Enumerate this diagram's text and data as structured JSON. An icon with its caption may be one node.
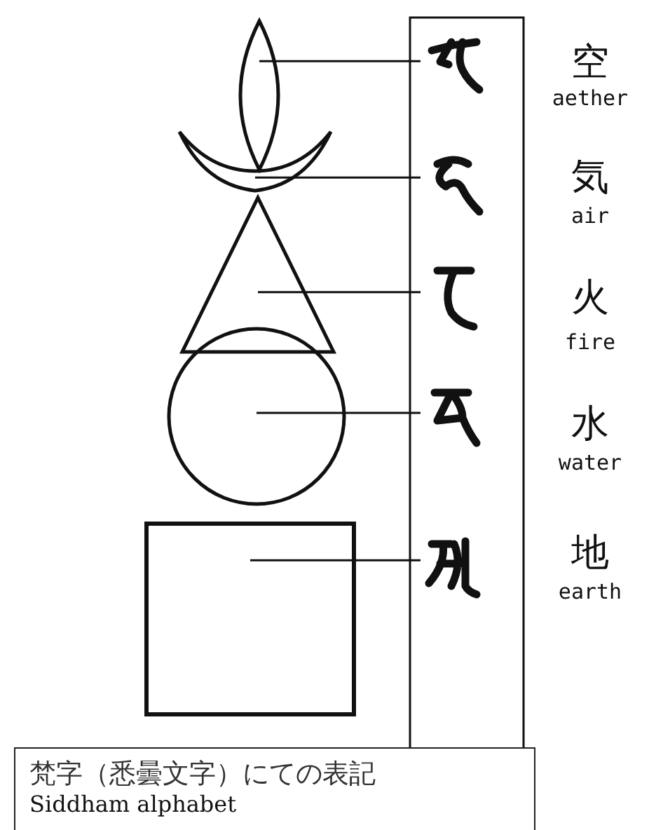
{
  "diagram": {
    "nodes": [
      {
        "text": [],
        "shape": "lens"
      },
      {
        "text": [],
        "shape": "crescent"
      },
      {
        "text": [],
        "shape": "triangle"
      },
      {
        "text": [],
        "shape": "circle"
      },
      {
        "text": [],
        "shape": "box"
      },
      {
        "text": [],
        "shape": "box"
      },
      {
        "text": [],
        "shape": "picture",
        "in": 5
      },
      {
        "text": [],
        "shape": "picture",
        "in": 5
      },
      {
        "text": [],
        "shape": "picture",
        "in": 5
      },
      {
        "text": [],
        "shape": "picture",
        "in": 5
      },
      {
        "text": [],
        "shape": "picture",
        "in": 5
      },
      {
        "text": [
          "梵字（悉曇文字）にての表記",
          "Siddham alphabet"
        ]
      }
    ],
    "edges": [
      {
        "from": 0,
        "to": 6,
        "arrow": "none"
      },
      {
        "from": 1,
        "to": 7,
        "arrow": "none"
      },
      {
        "from": 2,
        "to": 8,
        "arrow": "none"
      },
      {
        "from": 3,
        "to": 9,
        "arrow": "none"
      },
      {
        "from": 4,
        "to": 10,
        "arrow": "none"
      }
    ],
    "labels": [
      "空",
      "aether",
      "気",
      "air",
      "火",
      "fire",
      "水",
      "water",
      "地",
      "earth"
    ]
  }
}
